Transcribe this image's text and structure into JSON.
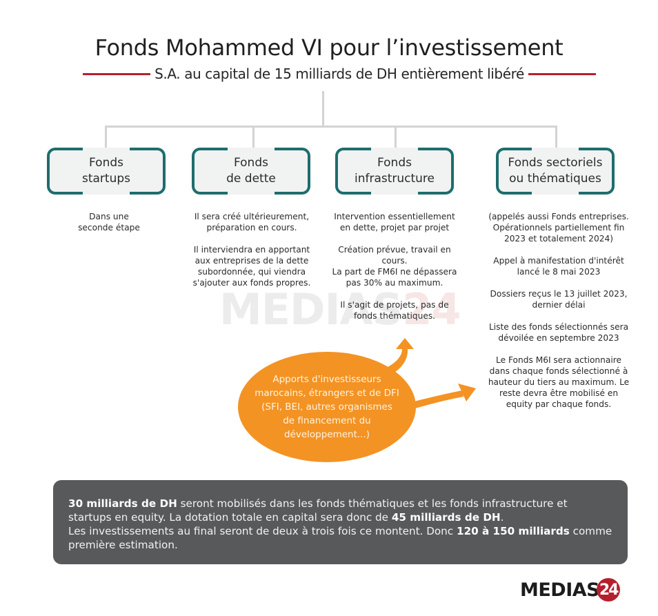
{
  "header": {
    "title": "Fonds Mohammed VI pour l’investissement",
    "subtitle": "S.A. au capital de 15 milliards de DH entièrement libéré"
  },
  "colors": {
    "accent_red": "#b5202e",
    "box_border_teal": "#1e6d6d",
    "box_fill": "#f1f2f2",
    "oval_orange": "#f39324",
    "summary_bg": "#58595b",
    "connector_gray": "#d3d3d3"
  },
  "funds": [
    {
      "label": "Fonds\nstartups",
      "line1": "Fonds",
      "line2": "startups",
      "description": [
        "Dans une\nseconde étape"
      ]
    },
    {
      "label": "Fonds\nde dette",
      "line1": "Fonds",
      "line2": "de dette",
      "description": [
        "Il sera créé ultérieurement,\npréparation en cours.",
        "Il interviendra en apportant\naux entreprises de la dette\nsubordonnée, qui viendra\ns'ajouter aux fonds propres."
      ]
    },
    {
      "label": "Fonds\ninfrastructure",
      "line1": "Fonds",
      "line2": "infrastructure",
      "description": [
        "Intervention essentiellement\nen dette, projet par projet",
        "Création prévue, travail en\ncours.\nLa part de FM6I ne dépassera\npas 30% au maximum.",
        "Il s'agit de projets, pas de\nfonds thématiques."
      ]
    },
    {
      "label": "Fonds sectoriels\nou thématiques",
      "line1": "Fonds sectoriels",
      "line2": "ou thématiques",
      "description": [
        "(appelés aussi Fonds entreprises.\nOpérationnels partiellement fin\n2023 et totalement 2024)",
        "Appel à manifestation d'intérêt\nlancé le 8 mai 2023",
        "Dossiers reçus le 13 juillet 2023,\ndernier délai",
        "Liste des fonds sélectionnés sera\ndévoilée en septembre 2023",
        "Le Fonds M6I sera actionnaire\ndans chaque fonds sélectionné à\nhauteur du tiers au maximum. Le\nreste devra être mobilisé en\nequity par chaque fonds."
      ]
    }
  ],
  "investors_oval": {
    "text": "Apports d'investisseurs marocains, étrangers et de DFI (SFI, BEI, autres organismes de financement du développement...)"
  },
  "summary": {
    "bold1": "30 milliards de DH",
    "text1": " seront mobilisés dans les fonds thématiques et les fonds infrastructure et startups en equity. La dotation totale en capital sera donc de ",
    "bold2": "45 milliards de DH",
    "text2": ".",
    "text3": "Les investissements au final seront de deux à trois fois ce montent. Donc ",
    "bold3": "120 à 150 milliards",
    "text4": " comme première estimation."
  },
  "watermark": {
    "text": "MEDIAS",
    "num": "24"
  },
  "logo": {
    "text": "MEDIAS",
    "num": "24"
  }
}
